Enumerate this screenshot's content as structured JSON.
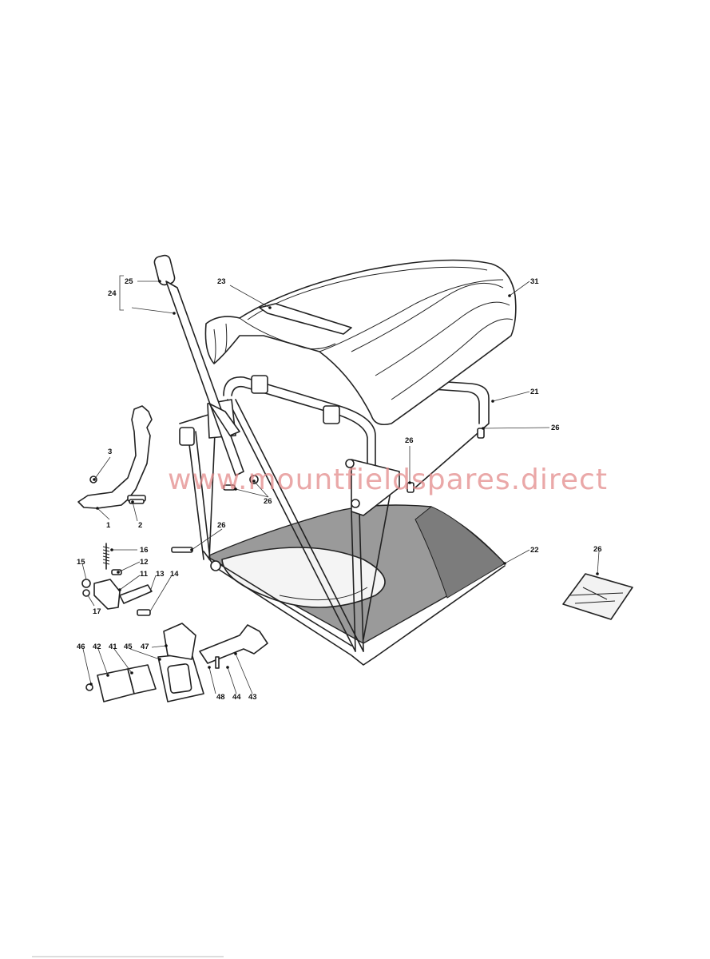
{
  "watermark": "www.mountfieldspares.direct",
  "colors": {
    "watermark": "#e48b8b",
    "bag": "#9a9a9a",
    "line": "#222222"
  },
  "callouts": [
    {
      "id": "c25",
      "text": "25"
    },
    {
      "id": "c24",
      "text": "24"
    },
    {
      "id": "c23",
      "text": "23"
    },
    {
      "id": "c31",
      "text": "31"
    },
    {
      "id": "c21",
      "text": "21"
    },
    {
      "id": "c26a",
      "text": "26"
    },
    {
      "id": "c26b",
      "text": "26"
    },
    {
      "id": "c26c",
      "text": "26"
    },
    {
      "id": "c26d",
      "text": "26"
    },
    {
      "id": "c26e",
      "text": "26"
    },
    {
      "id": "c3",
      "text": "3"
    },
    {
      "id": "c1",
      "text": "1"
    },
    {
      "id": "c2",
      "text": "2"
    },
    {
      "id": "c16",
      "text": "16"
    },
    {
      "id": "c15",
      "text": "15"
    },
    {
      "id": "c12",
      "text": "12"
    },
    {
      "id": "c11",
      "text": "11"
    },
    {
      "id": "c13",
      "text": "13"
    },
    {
      "id": "c14",
      "text": "14"
    },
    {
      "id": "c17",
      "text": "17"
    },
    {
      "id": "c22",
      "text": "22"
    },
    {
      "id": "c46",
      "text": "46"
    },
    {
      "id": "c42",
      "text": "42"
    },
    {
      "id": "c41",
      "text": "41"
    },
    {
      "id": "c45",
      "text": "45"
    },
    {
      "id": "c47",
      "text": "47"
    },
    {
      "id": "c48",
      "text": "48"
    },
    {
      "id": "c44",
      "text": "44"
    },
    {
      "id": "c43",
      "text": "43"
    }
  ]
}
